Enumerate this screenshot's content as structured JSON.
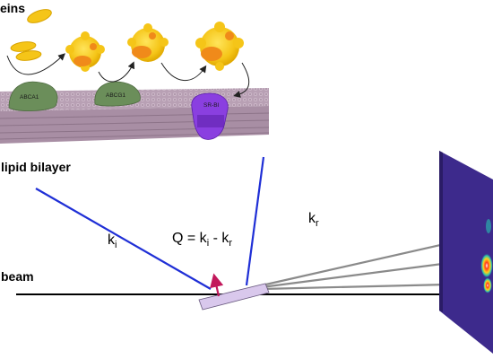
{
  "labels": {
    "proteins_partial": "eins",
    "lipid_bilayer": "lipid bilayer",
    "beam": "beam",
    "abca1": "ABCA1",
    "abcg1": "ABCG1",
    "srbi": "SR-BI",
    "ki_main": "k",
    "ki_sub": "i",
    "kr_main": "k",
    "kr_sub": "r",
    "q_prefix": "Q = k",
    "q_sub_i": "i",
    "q_mid": " - k",
    "q_sub_r": "r"
  },
  "colors": {
    "membrane": "#b49ab0",
    "membrane_dark": "#8d7489",
    "transporter_green": "#6b8e5a",
    "receptor_purple": "#8a3fe0",
    "incident_beam": "#1f2fd6",
    "reflected_beam": "#1f2fd6",
    "arrow_q": "#c2185b",
    "sample": "#d9c8ec",
    "detector": "#3d2a8c",
    "scattered_rays": "#8a8a8a",
    "protein_yellow": "#f5c518",
    "protein_orange": "#f08a1a"
  }
}
